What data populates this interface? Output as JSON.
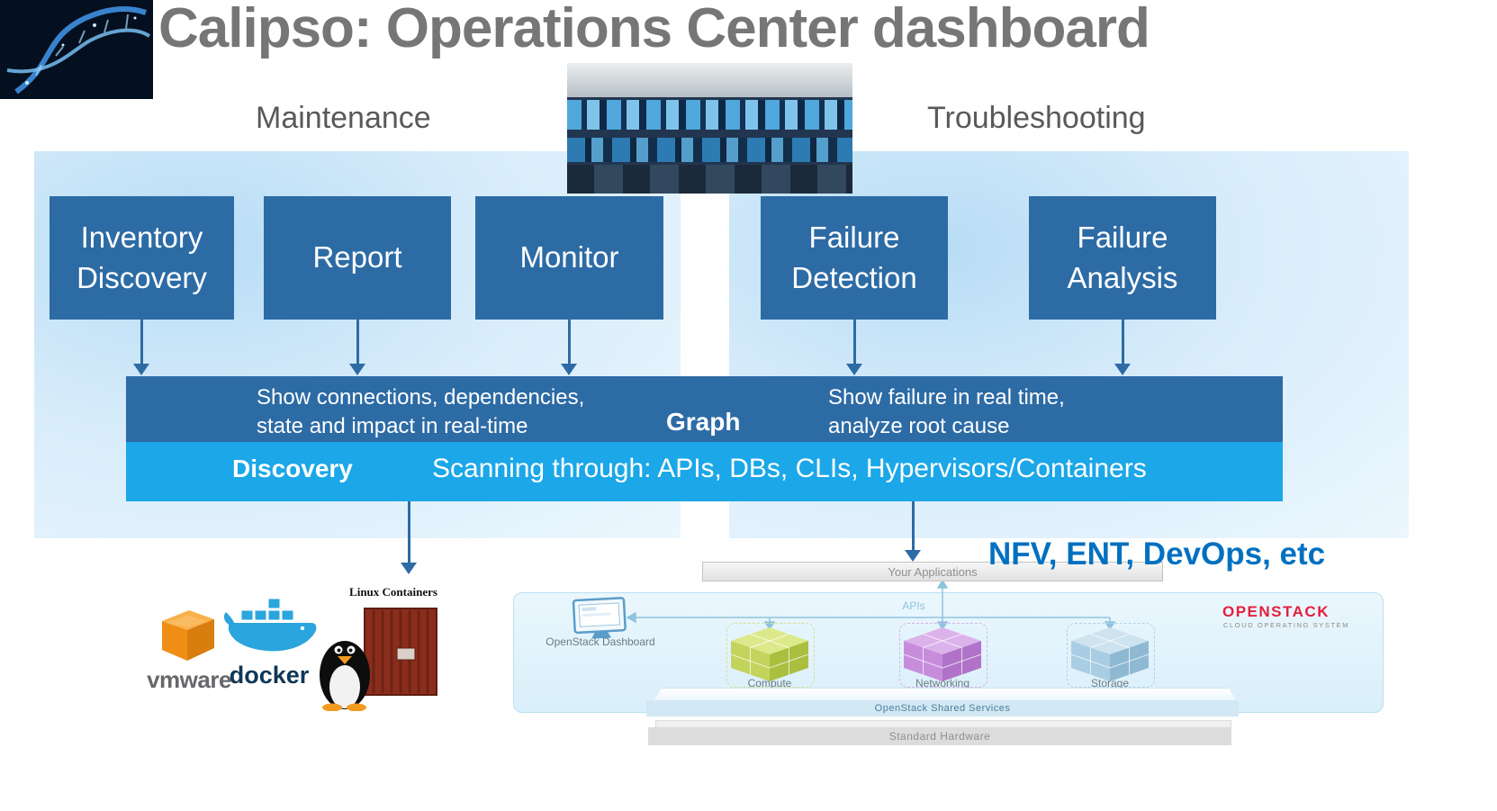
{
  "colors": {
    "box_blue": "#2d6ba5",
    "discovery_blue": "#1ba7e8",
    "panel_light_blue": "#b7dcf6",
    "title_gray": "#767676",
    "section_gray": "#595959",
    "nfv_blue": "#0070c0",
    "openstack_red": "#e51d3d",
    "compute_green": "#c3d45c",
    "networking_purple": "#c78ddb",
    "storage_blue": "#a9cde2"
  },
  "header": {
    "title": "Calipso: Operations Center dashboard",
    "maintenance_label": "Maintenance",
    "troubleshooting_label": "Troubleshooting"
  },
  "boxes": [
    {
      "label": "Inventory\nDiscovery"
    },
    {
      "label": "Report"
    },
    {
      "label": "Monitor"
    },
    {
      "label": "Failure\nDetection"
    },
    {
      "label": "Failure\nAnalysis"
    }
  ],
  "graph_bar": {
    "left_text": "Show connections, dependencies,\nstate and impact in real-time",
    "label": "Graph",
    "right_text": "Show failure in real time,\nanalyze root cause"
  },
  "discovery_bar": {
    "label": "Discovery",
    "text": "Scanning through: APIs, DBs, CLIs, Hypervisors/Containers"
  },
  "platforms": {
    "vmware_label": "vmware",
    "docker_label": "docker",
    "linux_containers_label": "Linux Containers"
  },
  "annotation": "NFV, ENT, DevOps, etc",
  "openstack": {
    "your_applications": "Your Applications",
    "apis_label": "APIs",
    "dashboard_label": "OpenStack Dashboard",
    "components": [
      {
        "label": "Compute"
      },
      {
        "label": "Networking"
      },
      {
        "label": "Storage"
      }
    ],
    "shared_services": "OpenStack Shared Services",
    "standard_hardware": "Standard Hardware",
    "logo_title": "OPENSTACK",
    "logo_subtitle": "CLOUD OPERATING SYSTEM"
  }
}
